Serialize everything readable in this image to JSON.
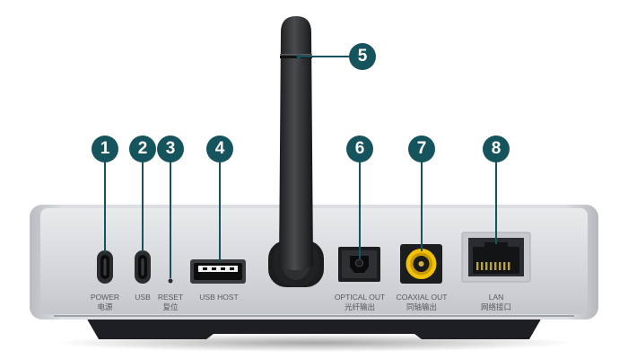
{
  "device": {
    "colors": {
      "callout": "#16545d",
      "chassis": "#d8dade",
      "chassis_base": "#1e1f22",
      "antenna": "#2a2b2d",
      "coax_ring": "#f2c200",
      "label_text": "#5a5a5a"
    },
    "callouts": [
      {
        "number": "1",
        "target": "power-port"
      },
      {
        "number": "2",
        "target": "usb-port"
      },
      {
        "number": "3",
        "target": "reset-button"
      },
      {
        "number": "4",
        "target": "usb-host-port"
      },
      {
        "number": "5",
        "target": "antenna"
      },
      {
        "number": "6",
        "target": "optical-out-port"
      },
      {
        "number": "7",
        "target": "coaxial-out-port"
      },
      {
        "number": "8",
        "target": "lan-port"
      }
    ],
    "ports": [
      {
        "name": "power-port",
        "label_en": "POWER",
        "label_zh": "电源"
      },
      {
        "name": "usb-port",
        "label_en": "USB",
        "label_zh": ""
      },
      {
        "name": "reset-button",
        "label_en": "RESET",
        "label_zh": "复位"
      },
      {
        "name": "usb-host-port",
        "label_en": "USB HOST",
        "label_zh": ""
      },
      {
        "name": "optical-out-port",
        "label_en": "OPTICAL OUT",
        "label_zh": "光纤输出"
      },
      {
        "name": "coaxial-out-port",
        "label_en": "COAXIAL OUT",
        "label_zh": "同轴输出"
      },
      {
        "name": "lan-port",
        "label_en": "LAN",
        "label_zh": "网络接口"
      }
    ]
  }
}
